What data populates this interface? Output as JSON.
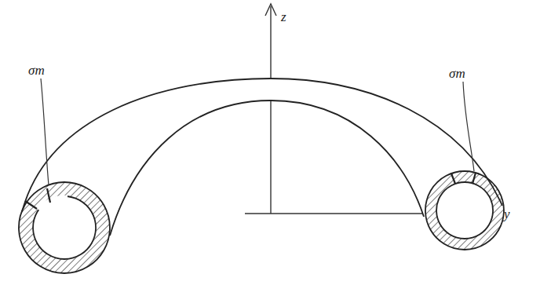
{
  "diagram": {
    "labels": [
      "z",
      "y",
      "σm",
      "σm"
    ]
  }
}
